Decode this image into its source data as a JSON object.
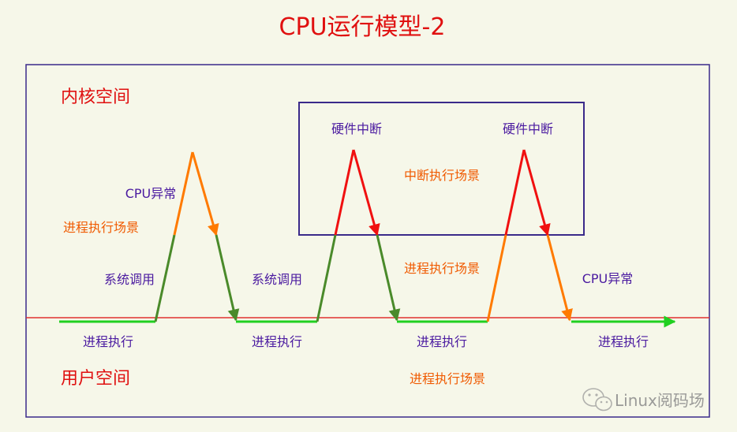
{
  "title": "CPU运行模型-2",
  "regions": {
    "kernel": "内核空间",
    "user": "用户空间"
  },
  "labels": {
    "hw_interrupt_1": "硬件中断",
    "hw_interrupt_2": "硬件中断",
    "interrupt_exec_scene": "中断执行场景",
    "cpu_exception_1": "CPU异常",
    "cpu_exception_2": "CPU异常",
    "process_scene_1": "进程执行场景",
    "process_scene_2": "进程执行场景",
    "process_scene_user": "进程执行场景",
    "syscall_1": "系统调用",
    "syscall_2": "系统调用",
    "proc_exec_1": "进程执行",
    "proc_exec_2": "进程执行",
    "proc_exec_3": "进程执行",
    "proc_exec_4": "进程执行"
  },
  "watermark": "Linux阅码场",
  "colors": {
    "title": "#e01010",
    "region_label": "#e01010",
    "purple_text": "#4a1aa0",
    "orange_text": "#f05a00",
    "frame": "#3a2a8a",
    "baseline": "#e03030",
    "user_exec": "#20d020",
    "syscall": "#4a8a2a",
    "exception": "#ff7a00",
    "interrupt": "#f01010"
  }
}
